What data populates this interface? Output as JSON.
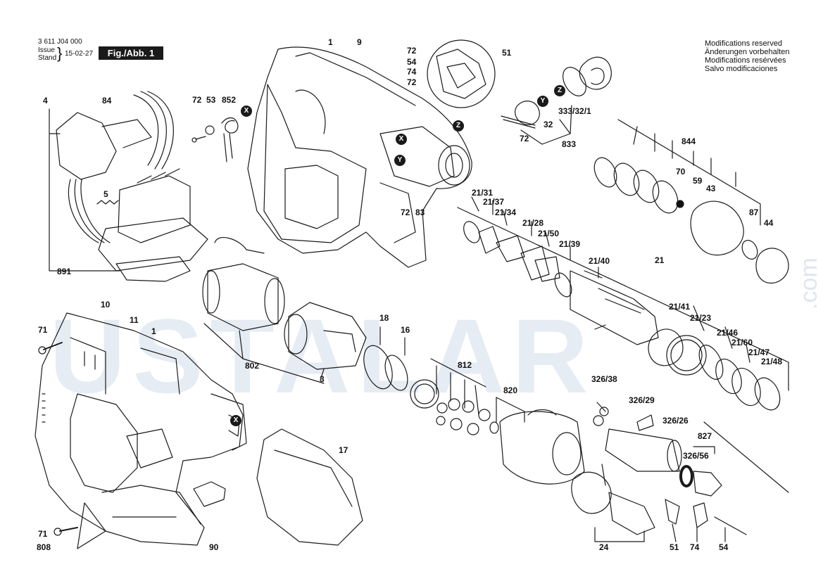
{
  "header": {
    "part_number": "3 611 J04 000",
    "issue_label": "Issue",
    "stand_label": "Stand",
    "date": "15-02-27",
    "figure_label": "Fig./Abb. 1"
  },
  "notes": [
    "Modifications reserved",
    "Änderungen vorbehalten",
    "Modifications resérvées",
    "Salvo modificaciones"
  ],
  "watermark": {
    "text": "USTALAR",
    "suffix": ".com"
  },
  "colors": {
    "line": "#1a1a1a",
    "watermark_blue": "#c9d7e6",
    "watermark_orange": "#f2c98d"
  },
  "callouts": [
    {
      "id": "c1",
      "text": "1"
    },
    {
      "id": "c9",
      "text": "9"
    },
    {
      "id": "c72a",
      "text": "72"
    },
    {
      "id": "c51a",
      "text": "51"
    },
    {
      "id": "c54a",
      "text": "54"
    },
    {
      "id": "c74a",
      "text": "74"
    },
    {
      "id": "c72b",
      "text": "72"
    },
    {
      "id": "c4",
      "text": "4"
    },
    {
      "id": "c84",
      "text": "84"
    },
    {
      "id": "c72c",
      "text": "72"
    },
    {
      "id": "c53",
      "text": "53"
    },
    {
      "id": "c852",
      "text": "852"
    },
    {
      "id": "c333",
      "text": "333/32/1"
    },
    {
      "id": "c32",
      "text": "32"
    },
    {
      "id": "c72d",
      "text": "72"
    },
    {
      "id": "c833",
      "text": "833"
    },
    {
      "id": "c844",
      "text": "844"
    },
    {
      "id": "c70",
      "text": "70"
    },
    {
      "id": "c59",
      "text": "59"
    },
    {
      "id": "c43",
      "text": "43"
    },
    {
      "id": "c87",
      "text": "87"
    },
    {
      "id": "c44",
      "text": "44"
    },
    {
      "id": "c5",
      "text": "5"
    },
    {
      "id": "c72e",
      "text": "72"
    },
    {
      "id": "c83",
      "text": "83"
    },
    {
      "id": "c2131",
      "text": "21/31"
    },
    {
      "id": "c2137",
      "text": "21/37"
    },
    {
      "id": "c2134",
      "text": "21/34"
    },
    {
      "id": "c2128",
      "text": "21/28"
    },
    {
      "id": "c2150",
      "text": "21/50"
    },
    {
      "id": "c2139",
      "text": "21/39"
    },
    {
      "id": "c2140",
      "text": "21/40"
    },
    {
      "id": "c21",
      "text": "21"
    },
    {
      "id": "c891",
      "text": "891"
    },
    {
      "id": "c2141",
      "text": "21/41"
    },
    {
      "id": "c2123",
      "text": "21/23"
    },
    {
      "id": "c2146",
      "text": "21/46"
    },
    {
      "id": "c2160",
      "text": "21/60"
    },
    {
      "id": "c2147",
      "text": "21/47"
    },
    {
      "id": "c2148",
      "text": "21/48"
    },
    {
      "id": "c10",
      "text": "10"
    },
    {
      "id": "c11",
      "text": "11"
    },
    {
      "id": "c1b",
      "text": "1"
    },
    {
      "id": "c71a",
      "text": "71"
    },
    {
      "id": "c18",
      "text": "18"
    },
    {
      "id": "c16",
      "text": "16"
    },
    {
      "id": "c802",
      "text": "802"
    },
    {
      "id": "c3",
      "text": "3"
    },
    {
      "id": "c812",
      "text": "812"
    },
    {
      "id": "c820",
      "text": "820"
    },
    {
      "id": "c32638",
      "text": "326/38"
    },
    {
      "id": "c32629",
      "text": "326/29"
    },
    {
      "id": "c32626",
      "text": "326/26"
    },
    {
      "id": "c827",
      "text": "827"
    },
    {
      "id": "c32656",
      "text": "326/56"
    },
    {
      "id": "c17",
      "text": "17"
    },
    {
      "id": "c71b",
      "text": "71"
    },
    {
      "id": "c808",
      "text": "808"
    },
    {
      "id": "c90",
      "text": "90"
    },
    {
      "id": "c24",
      "text": "24"
    },
    {
      "id": "c51b",
      "text": "51"
    },
    {
      "id": "c74b",
      "text": "74"
    },
    {
      "id": "c54b",
      "text": "54"
    }
  ],
  "markers": [
    {
      "id": "m1",
      "text": "X"
    },
    {
      "id": "m2",
      "text": "Z"
    },
    {
      "id": "m3",
      "text": "Y"
    },
    {
      "id": "m4",
      "text": "X"
    },
    {
      "id": "m5",
      "text": "Y"
    },
    {
      "id": "m6",
      "text": "Z"
    },
    {
      "id": "m7",
      "text": "X"
    }
  ]
}
